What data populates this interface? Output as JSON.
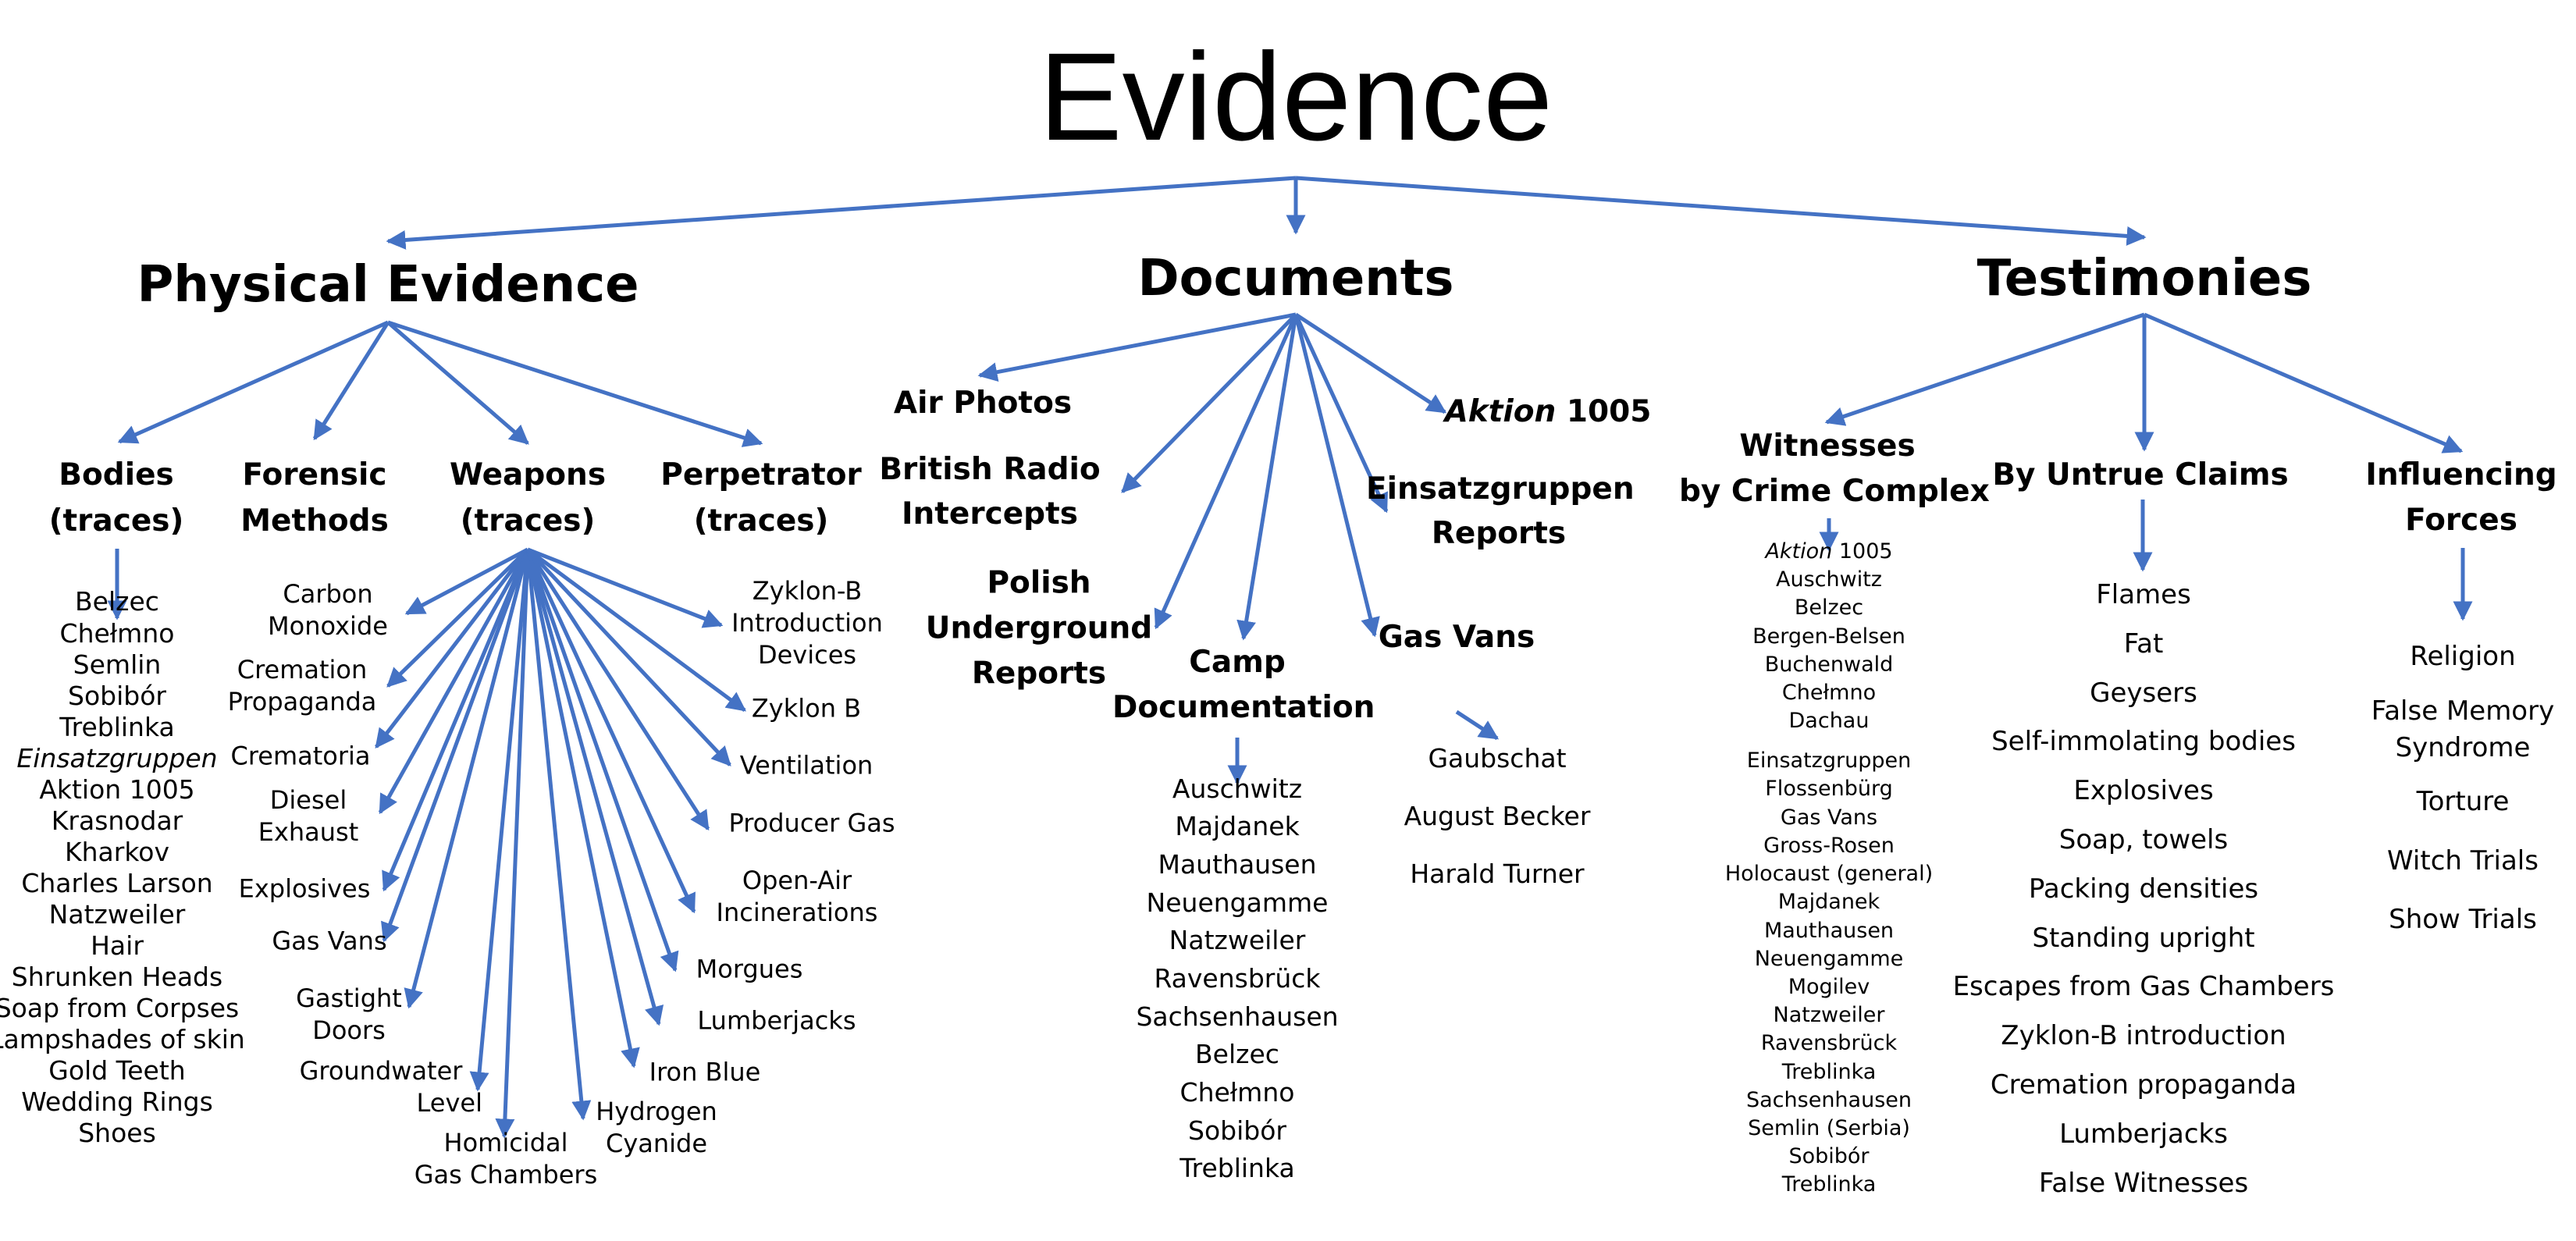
{
  "diagram": {
    "title": "Evidence",
    "categories": {
      "physical": "Physical Evidence",
      "documents": "Documents",
      "testimonies": "Testimonies"
    },
    "physical": {
      "bodies": {
        "label": [
          "Bodies",
          "(traces)"
        ],
        "items": [
          "Belzec",
          "Chełmno",
          "Semlin",
          "Sobibór",
          "Treblinka",
          "Einsatzgruppen",
          "Aktion 1005",
          "Krasnodar",
          "Kharkov",
          "Charles Larson",
          "Natzweiler",
          "Hair",
          "Shrunken Heads",
          "Soap from Corpses",
          "Lampshades of skin",
          "Gold Teeth",
          "Wedding Rings",
          "Shoes"
        ]
      },
      "forensic": {
        "label": [
          "Forensic",
          "Methods"
        ]
      },
      "weapons": {
        "label": [
          "Weapons",
          "(traces)"
        ],
        "items": {
          "carbon_monoxide": [
            "Carbon",
            "Monoxide"
          ],
          "cremation_propaganda": [
            "Cremation",
            "Propaganda"
          ],
          "crematoria": [
            "Crematoria"
          ],
          "diesel_exhaust": [
            "Diesel",
            "Exhaust"
          ],
          "explosives": [
            "Explosives"
          ],
          "gas_vans": [
            "Gas Vans"
          ],
          "gastight_doors": [
            "Gastight",
            "Doors"
          ],
          "groundwater_level": [
            "Groundwater",
            "Level"
          ],
          "homicidal_gas_chambers": [
            "Homicidal",
            "Gas Chambers"
          ],
          "hydrogen_cyanide": [
            "Hydrogen",
            "Cyanide"
          ],
          "iron_blue": [
            "Iron Blue"
          ],
          "lumberjacks": [
            "Lumberjacks"
          ],
          "morgues": [
            "Morgues"
          ],
          "open_air_incinerations": [
            "Open-Air",
            "Incinerations"
          ],
          "producer_gas": [
            "Producer Gas"
          ],
          "ventilation": [
            "Ventilation"
          ],
          "zyklon_b": [
            "Zyklon B"
          ],
          "zyklon_b_introduction_devices": [
            "Zyklon-B",
            "Introduction",
            "Devices"
          ]
        }
      },
      "perpetrator": {
        "label": [
          "Perpetrator",
          "(traces)"
        ]
      }
    },
    "documents": {
      "air_photos": "Air Photos",
      "british_radio_intercepts": [
        "British Radio",
        "Intercepts"
      ],
      "polish_underground_reports": [
        "Polish",
        "Underground",
        "Reports"
      ],
      "camp_documentation": {
        "label": [
          "Camp",
          "Documentation"
        ],
        "items": [
          "Auschwitz",
          "Majdanek",
          "Mauthausen",
          "Neuengamme",
          "Natzweiler",
          "Ravensbrück",
          "Sachsenhausen",
          "Belzec",
          "Chełmno",
          "Sobibór",
          "Treblinka"
        ]
      },
      "gas_vans": {
        "label": "Gas Vans",
        "items": [
          "Gaubschat",
          "August Becker",
          "Harald Turner"
        ]
      },
      "einsatzgruppen_reports": [
        "Einsatzgruppen",
        "Reports"
      ],
      "aktion_1005": {
        "italic": "Aktion",
        "rest": " 1005"
      }
    },
    "testimonies": {
      "witnesses": {
        "label": [
          "Witnesses",
          "by Crime Complex"
        ],
        "first_italic": "Aktion",
        "first_rest": " 1005",
        "items": [
          "Auschwitz",
          "Belzec",
          "Bergen-Belsen",
          "Buchenwald",
          "Chełmno",
          "Dachau",
          "Einsatzgruppen",
          "Flossenbürg",
          "Gas Vans",
          "Gross-Rosen",
          "Holocaust (general)",
          "Majdanek",
          "Mauthausen",
          "Neuengamme",
          "Mogilev",
          "Natzweiler",
          "Ravensbrück",
          "Treblinka",
          "Sachsenhausen",
          "Semlin (Serbia)",
          "Sobibór",
          "Treblinka"
        ]
      },
      "untrue_claims": {
        "label": "By Untrue Claims",
        "items": [
          "Flames",
          "Fat",
          "Geysers",
          "Self-immolating bodies",
          "Explosives",
          "Soap, towels",
          "Packing densities",
          "Standing upright",
          "Escapes from Gas Chambers",
          "Zyklon-B introduction",
          "Cremation propaganda",
          "Lumberjacks",
          "False Witnesses"
        ]
      },
      "influencing_forces": {
        "label": [
          "Influencing",
          "Forces"
        ],
        "items": [
          [
            "Religion"
          ],
          [
            "False Memory",
            "Syndrome"
          ],
          [
            "Torture"
          ],
          [
            "Witch Trials"
          ],
          [
            "Show Trials"
          ]
        ]
      }
    },
    "colors": {
      "arrow": "#4472C4",
      "text": "#000000",
      "background": "#ffffff"
    }
  }
}
